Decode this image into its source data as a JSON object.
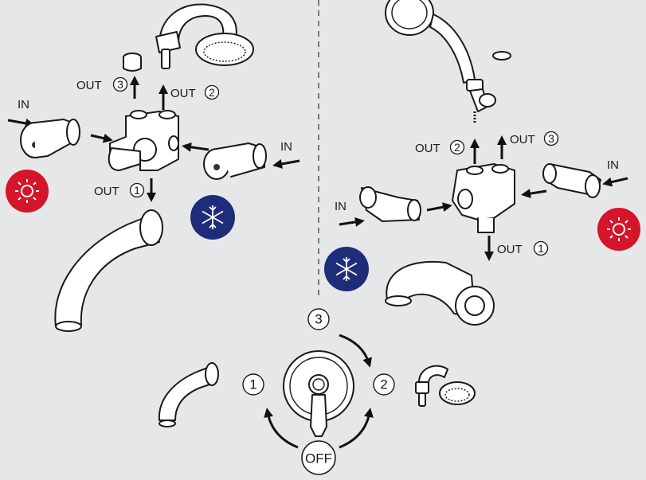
{
  "labels": {
    "in": "IN",
    "out": "OUT",
    "off": "OFF"
  },
  "numbers": {
    "one": "1",
    "two": "2",
    "three": "3"
  },
  "icons": {
    "hot": "sun-icon",
    "cold": "snowflake-icon"
  },
  "colors": {
    "hot": "#d5152a",
    "cold": "#1f2c7a",
    "background": "#e6e7e8",
    "ink": "#1a1a1a"
  }
}
